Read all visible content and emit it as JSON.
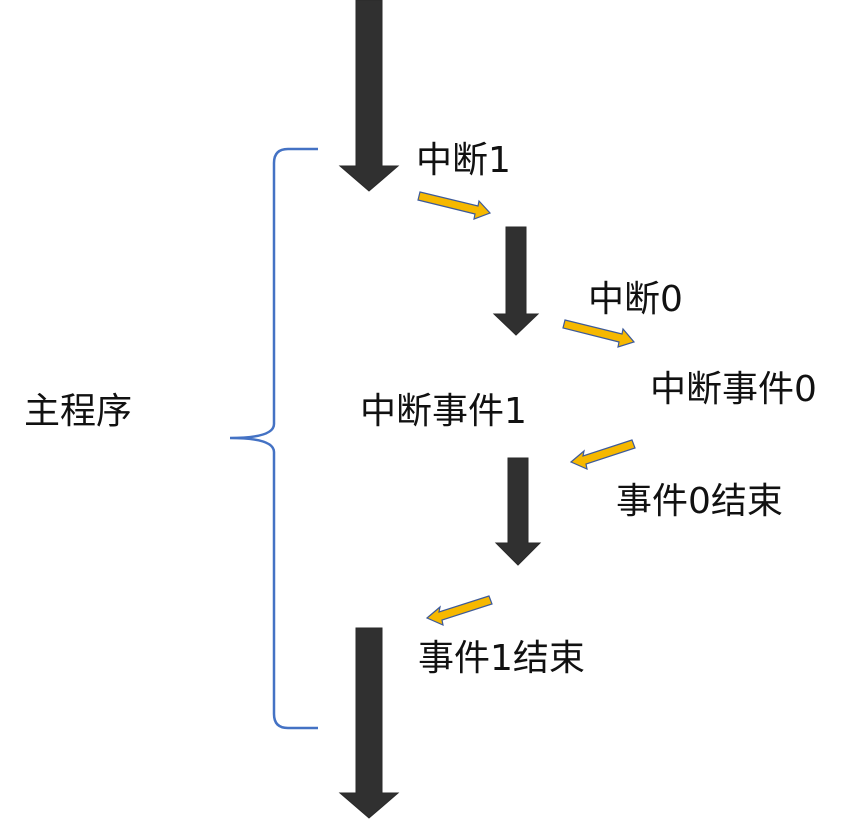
{
  "labels": {
    "main_program": "主程序",
    "interrupt_1": "中断1",
    "interrupt_0": "中断0",
    "interrupt_event_1": "中断事件1",
    "interrupt_event_0": "中断事件0",
    "event_0_end": "事件0结束",
    "event_1_end": "事件1结束"
  },
  "colors": {
    "flow_arrow": "#303030",
    "transfer_arrow": "#f6b800",
    "transfer_arrow_outline": "#3d5a99",
    "brace": "#4472c4"
  }
}
